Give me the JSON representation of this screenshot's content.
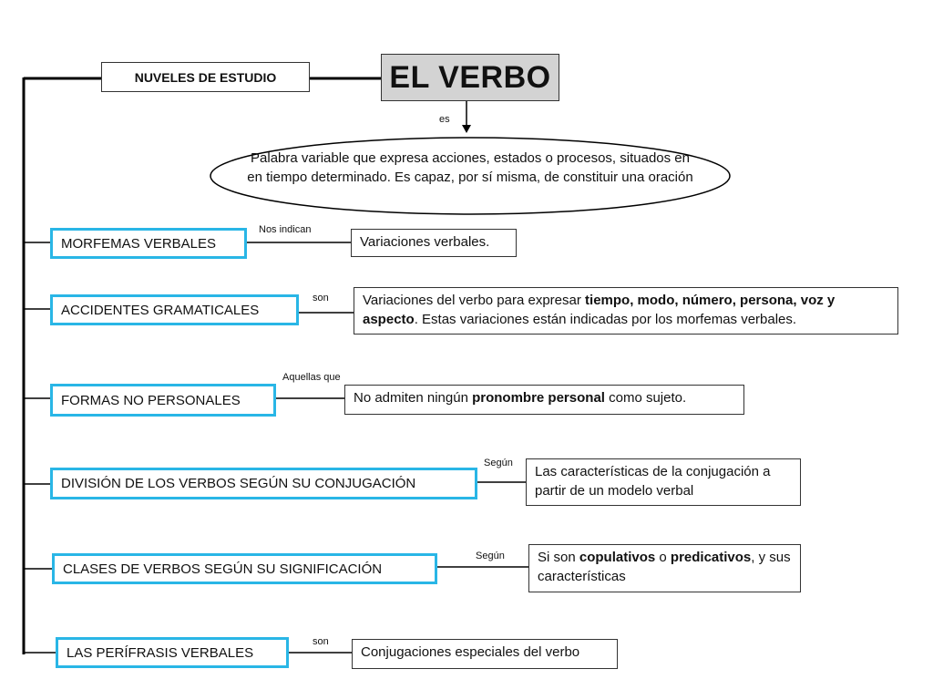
{
  "title": "EL VERBO",
  "niveles": "NUVELES DE ESTUDIO",
  "es_label": "es",
  "definicion": "Palabra variable que expresa acciones, estados o procesos, situados en en tiempo determinado. Es capaz, por sí misma, de constituir una oración",
  "rows": [
    {
      "category": "MORFEMAS VERBALES",
      "connector": "Nos indican",
      "desc_parts": [
        {
          "t": "Variaciones verbales.",
          "b": false
        }
      ]
    },
    {
      "category": "ACCIDENTES GRAMATICALES",
      "connector": "son",
      "desc_parts": [
        {
          "t": "Variaciones del verbo para expresar ",
          "b": false
        },
        {
          "t": "tiempo, modo, número, persona, voz y aspecto",
          "b": true
        },
        {
          "t": ". Estas variaciones están indicadas por los morfemas verbales.",
          "b": false
        }
      ]
    },
    {
      "category": "FORMAS NO PERSONALES",
      "connector": "Aquellas que",
      "desc_parts": [
        {
          "t": "No admiten ningún ",
          "b": false
        },
        {
          "t": "pronombre personal",
          "b": true
        },
        {
          "t": " como sujeto.",
          "b": false
        }
      ]
    },
    {
      "category": "DIVISIÓN DE LOS VERBOS SEGÚN SU CONJUGACIÓN",
      "connector": "Según",
      "desc_parts": [
        {
          "t": "Las características de la conjugación a partir de un modelo verbal",
          "b": false
        }
      ]
    },
    {
      "category": "CLASES DE VERBOS SEGÚN SU SIGNIFICACIÓN",
      "connector": "Según",
      "desc_parts": [
        {
          "t": "Si son ",
          "b": false
        },
        {
          "t": "copulativos",
          "b": true
        },
        {
          "t": " o ",
          "b": false
        },
        {
          "t": "predicativos",
          "b": true
        },
        {
          "t": ", y sus características",
          "b": false
        }
      ]
    },
    {
      "category": "LAS PERÍFRASIS VERBALES",
      "connector": "son",
      "desc_parts": [
        {
          "t": "Conjugaciones especiales del verbo",
          "b": false
        }
      ]
    }
  ],
  "colors": {
    "accent_border": "#29b6e6",
    "title_bg": "#d3d3d3",
    "line": "#000000"
  }
}
